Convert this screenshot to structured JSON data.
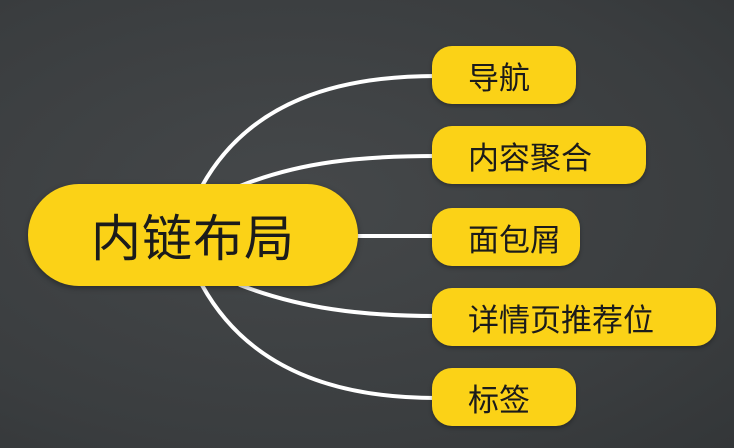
{
  "mindmap": {
    "root": {
      "label": "内链布局"
    },
    "branches": [
      {
        "label": "导航"
      },
      {
        "label": "内容聚合"
      },
      {
        "label": "面包屑"
      },
      {
        "label": "详情页推荐位"
      },
      {
        "label": "标签"
      }
    ]
  },
  "colors": {
    "background": "#3c3f41",
    "node_fill": "#fbd217",
    "node_text": "#1b1b1b",
    "connector": "#ffffff"
  }
}
